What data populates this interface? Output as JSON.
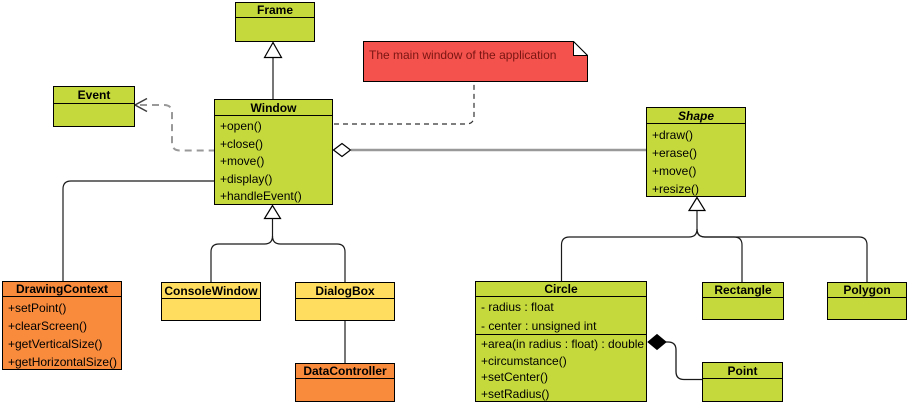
{
  "classes": {
    "frame": {
      "name": "Frame"
    },
    "event": {
      "name": "Event"
    },
    "window": {
      "name": "Window",
      "methods": [
        "+open()",
        "+close()",
        "+move()",
        "+display()",
        "+handleEvent()"
      ]
    },
    "shape": {
      "name": "Shape",
      "methods": [
        "+draw()",
        "+erase()",
        "+move()",
        "+resize()"
      ]
    },
    "drawing_context": {
      "name": "DrawingContext",
      "methods": [
        "+setPoint()",
        "+clearScreen()",
        "+getVerticalSize()",
        "+getHorizontalSize()"
      ]
    },
    "console_window": {
      "name": "ConsoleWindow"
    },
    "dialog_box": {
      "name": "DialogBox"
    },
    "data_controller": {
      "name": "DataController"
    },
    "circle": {
      "name": "Circle",
      "attributes": [
        "- radius : float",
        "- center : unsigned int"
      ],
      "methods": [
        "+area(in radius : float) : double",
        "+circumstance()",
        "+setCenter()",
        "+setRadius()"
      ]
    },
    "rectangle": {
      "name": "Rectangle"
    },
    "polygon": {
      "name": "Polygon"
    },
    "point": {
      "name": "Point"
    }
  },
  "note": {
    "text": "The main window of the application"
  },
  "relationships": [
    {
      "from": "Window",
      "to": "Frame",
      "type": "generalization"
    },
    {
      "from": "ConsoleWindow",
      "to": "Window",
      "type": "generalization"
    },
    {
      "from": "DialogBox",
      "to": "Window",
      "type": "generalization"
    },
    {
      "from": "Circle",
      "to": "Shape",
      "type": "generalization"
    },
    {
      "from": "Rectangle",
      "to": "Shape",
      "type": "generalization"
    },
    {
      "from": "Polygon",
      "to": "Shape",
      "type": "generalization"
    },
    {
      "from": "Window",
      "to": "Event",
      "type": "dependency"
    },
    {
      "from": "Window",
      "to": "Shape",
      "type": "aggregation"
    },
    {
      "from": "Circle",
      "to": "Point",
      "type": "composition"
    },
    {
      "from": "Window",
      "to": "DrawingContext",
      "type": "association"
    },
    {
      "from": "DialogBox",
      "to": "DataController",
      "type": "association"
    },
    {
      "from": "Note",
      "to": "Window",
      "type": "anchor"
    }
  ],
  "colors": {
    "class_green": "#c5d93d",
    "class_yellow": "#ffdd5e",
    "class_orange": "#f98b3d",
    "note_red": "#f4524d",
    "note_text": "#7a1512",
    "gray_line": "#999999",
    "line_black": "#1a1a1a"
  }
}
